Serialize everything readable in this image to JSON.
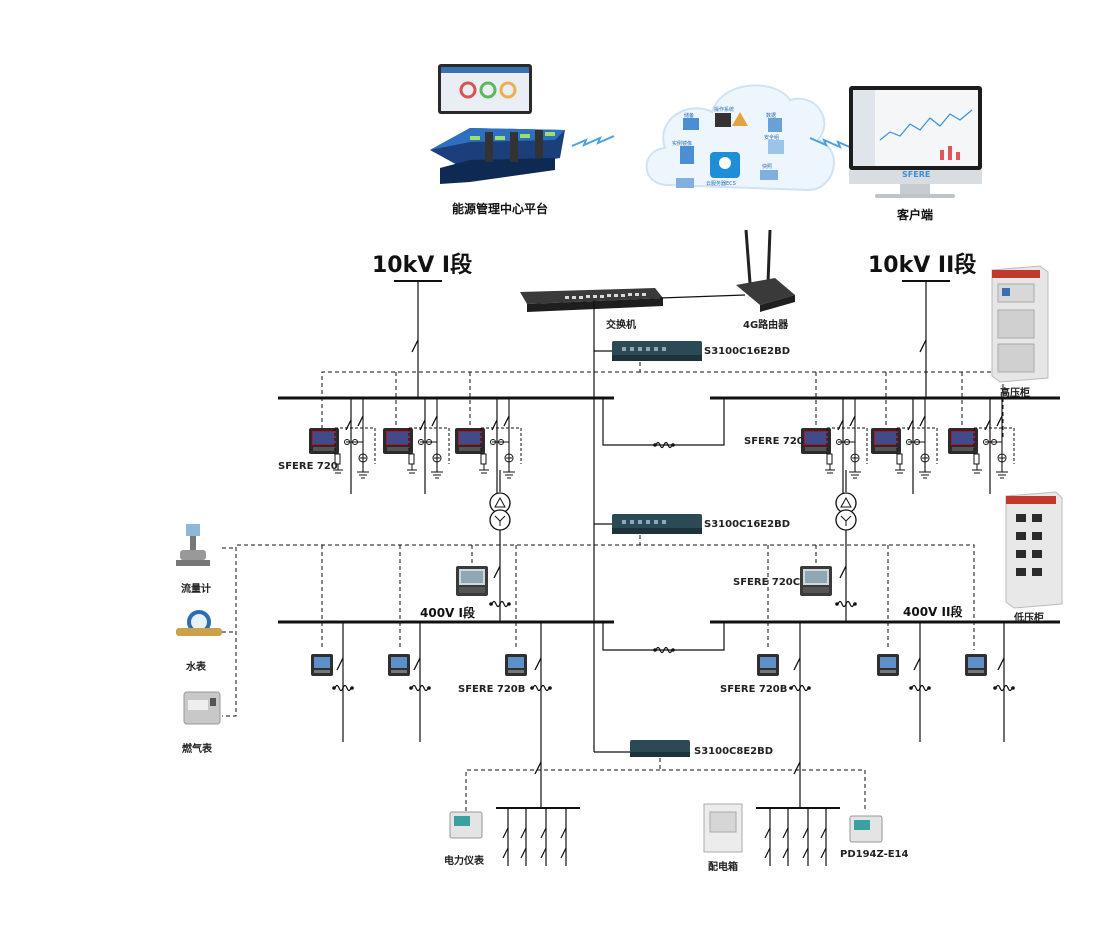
{
  "top": {
    "platform_label": "能源管理中心平台",
    "client_label": "客户端",
    "client_brand": "SFERE",
    "cloud_items": [
      "储备",
      "操作系统",
      "数据",
      "实例镜像",
      "安全组",
      "快照",
      "云服务器ECS"
    ]
  },
  "network": {
    "switch_label": "交换机",
    "router_label": "4G路由器",
    "gateway_top": "S3100C16E2BD",
    "gateway_mid": "S3100C16E2BD",
    "gateway_bottom": "S3100C8E2BD"
  },
  "buses": {
    "hv1": "10kV I段",
    "hv2": "10kV II段",
    "lv1": "400V I段",
    "lv2": "400V II段"
  },
  "devices": {
    "sfere720_left": "SFERE 720",
    "sfere720_right": "SFERE 720",
    "sfere720c": "SFERE 720C",
    "sfere720b_left": "SFERE 720B",
    "sfere720b_right": "SFERE 720B",
    "hv_cabinet": "高压柜",
    "lv_cabinet": "低压柜",
    "flowmeter": "流量计",
    "watermeter": "水表",
    "gasmeter": "燃气表",
    "power_meter": "电力仪表",
    "distribution_box": "配电箱",
    "pd194": "PD194Z-E14"
  },
  "colors": {
    "bus": "#111111",
    "gateway": "#2c4a56",
    "cloud_blue": "#2a6fb5",
    "lightning": "#4aa3e0"
  }
}
